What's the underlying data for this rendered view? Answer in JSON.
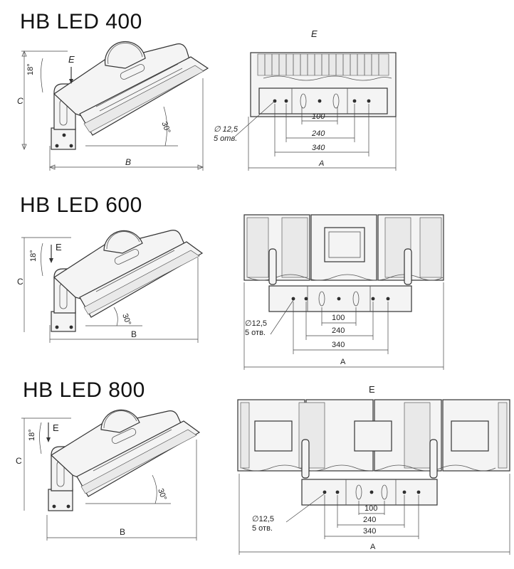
{
  "drawings": [
    {
      "title": "HB LED 400",
      "side_view": {
        "angle_top": "18°",
        "angle_bottom": "30°",
        "view_label": "E",
        "dim_height": "C",
        "dim_width": "B"
      },
      "front_view": {
        "view_label": "E",
        "hole_label_1": "∅ 12,5",
        "hole_label_2": "5 отв.",
        "dim_1": "100",
        "dim_2": "240",
        "dim_3": "340",
        "dim_total": "A"
      }
    },
    {
      "title": "HB LED 600",
      "side_view": {
        "angle_top": "18°",
        "angle_bottom": "30°",
        "view_label": "E",
        "dim_height": "C",
        "dim_width": "B"
      },
      "front_view": {
        "view_label": "",
        "hole_label_1": "∅12,5",
        "hole_label_2": "5 отв.",
        "dim_1": "100",
        "dim_2": "240",
        "dim_3": "340",
        "dim_total": "A"
      }
    },
    {
      "title": "HB LED 800",
      "side_view": {
        "angle_top": "18°",
        "angle_bottom": "30°",
        "view_label": "E",
        "dim_height": "C",
        "dim_width": "B"
      },
      "front_view": {
        "view_label": "E",
        "hole_label_1": "∅12,5",
        "hole_label_2": "5 отв.",
        "dim_1": "100",
        "dim_2": "240",
        "dim_3": "340",
        "dim_total": "A"
      }
    }
  ]
}
